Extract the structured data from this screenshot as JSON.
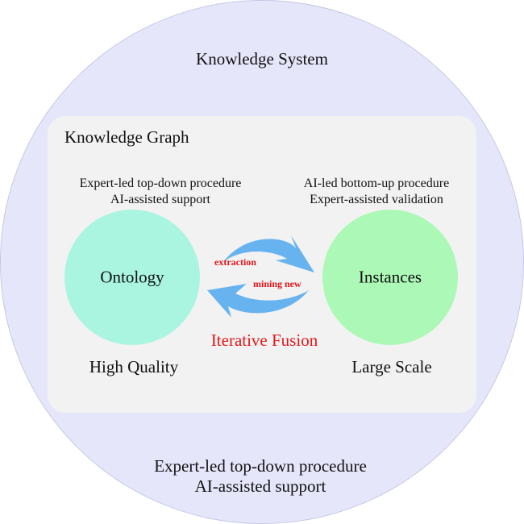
{
  "colors": {
    "outer_circle": "#e6e6fb",
    "inner_box": "#f2f2f2",
    "ontology": "#aaf5e0",
    "instances": "#acf8b6",
    "arrow": "#67b3f0",
    "accent_red": "#e3161b"
  },
  "outer": {
    "title": "Knowledge System",
    "bottom_line1": "Expert-led top-down procedure",
    "bottom_line2": "AI-assisted support"
  },
  "graph": {
    "title": "Knowledge Graph",
    "left_desc_line1": "Expert-led top-down procedure",
    "left_desc_line2": "AI-assisted support",
    "right_desc_line1": "AI-led bottom-up procedure",
    "right_desc_line2": "Expert-assisted validation",
    "ontology_label": "Ontology",
    "instances_label": "Instances",
    "extraction_label": "extraction",
    "mining_label": "mining new",
    "fusion_label": "Iterative Fusion",
    "quality_label": "High Quality",
    "scale_label": "Large Scale"
  }
}
